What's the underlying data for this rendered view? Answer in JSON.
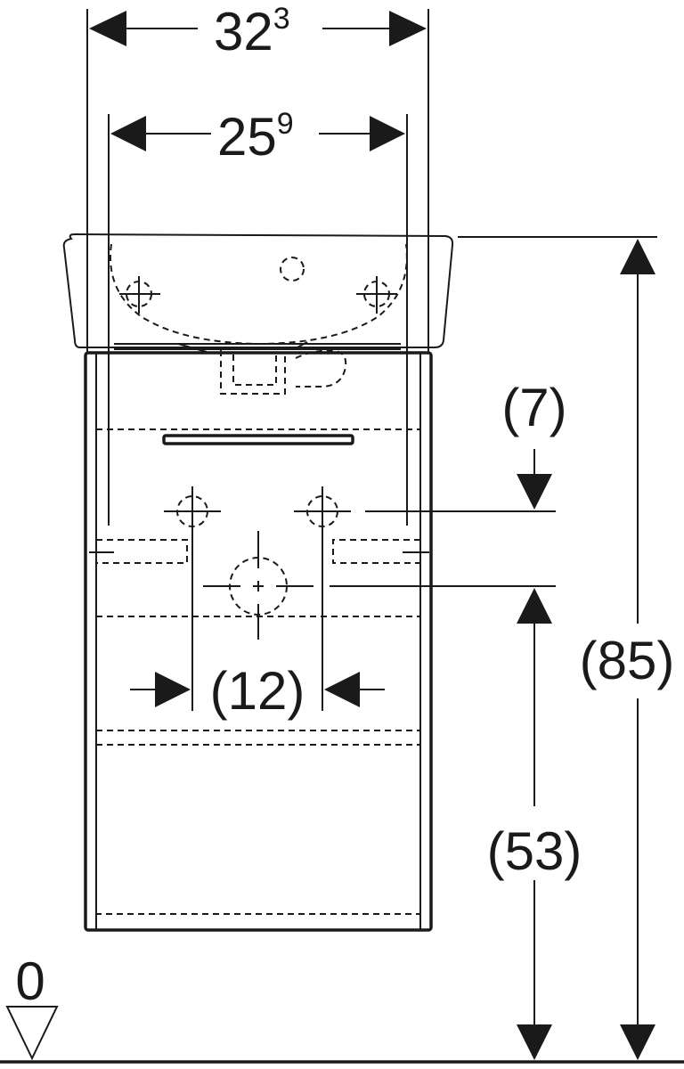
{
  "dimensions": {
    "overall_width": {
      "base": "32",
      "sup": "3"
    },
    "hole_spacing_top": {
      "base": "25",
      "sup": "9"
    },
    "offset_7": "(7)",
    "tap_spacing": "(12)",
    "overall_height": "(85)",
    "drain_height": "(53)",
    "floor_level": "0"
  },
  "colors": {
    "line": "#1a1a1a",
    "background": "#ffffff"
  }
}
